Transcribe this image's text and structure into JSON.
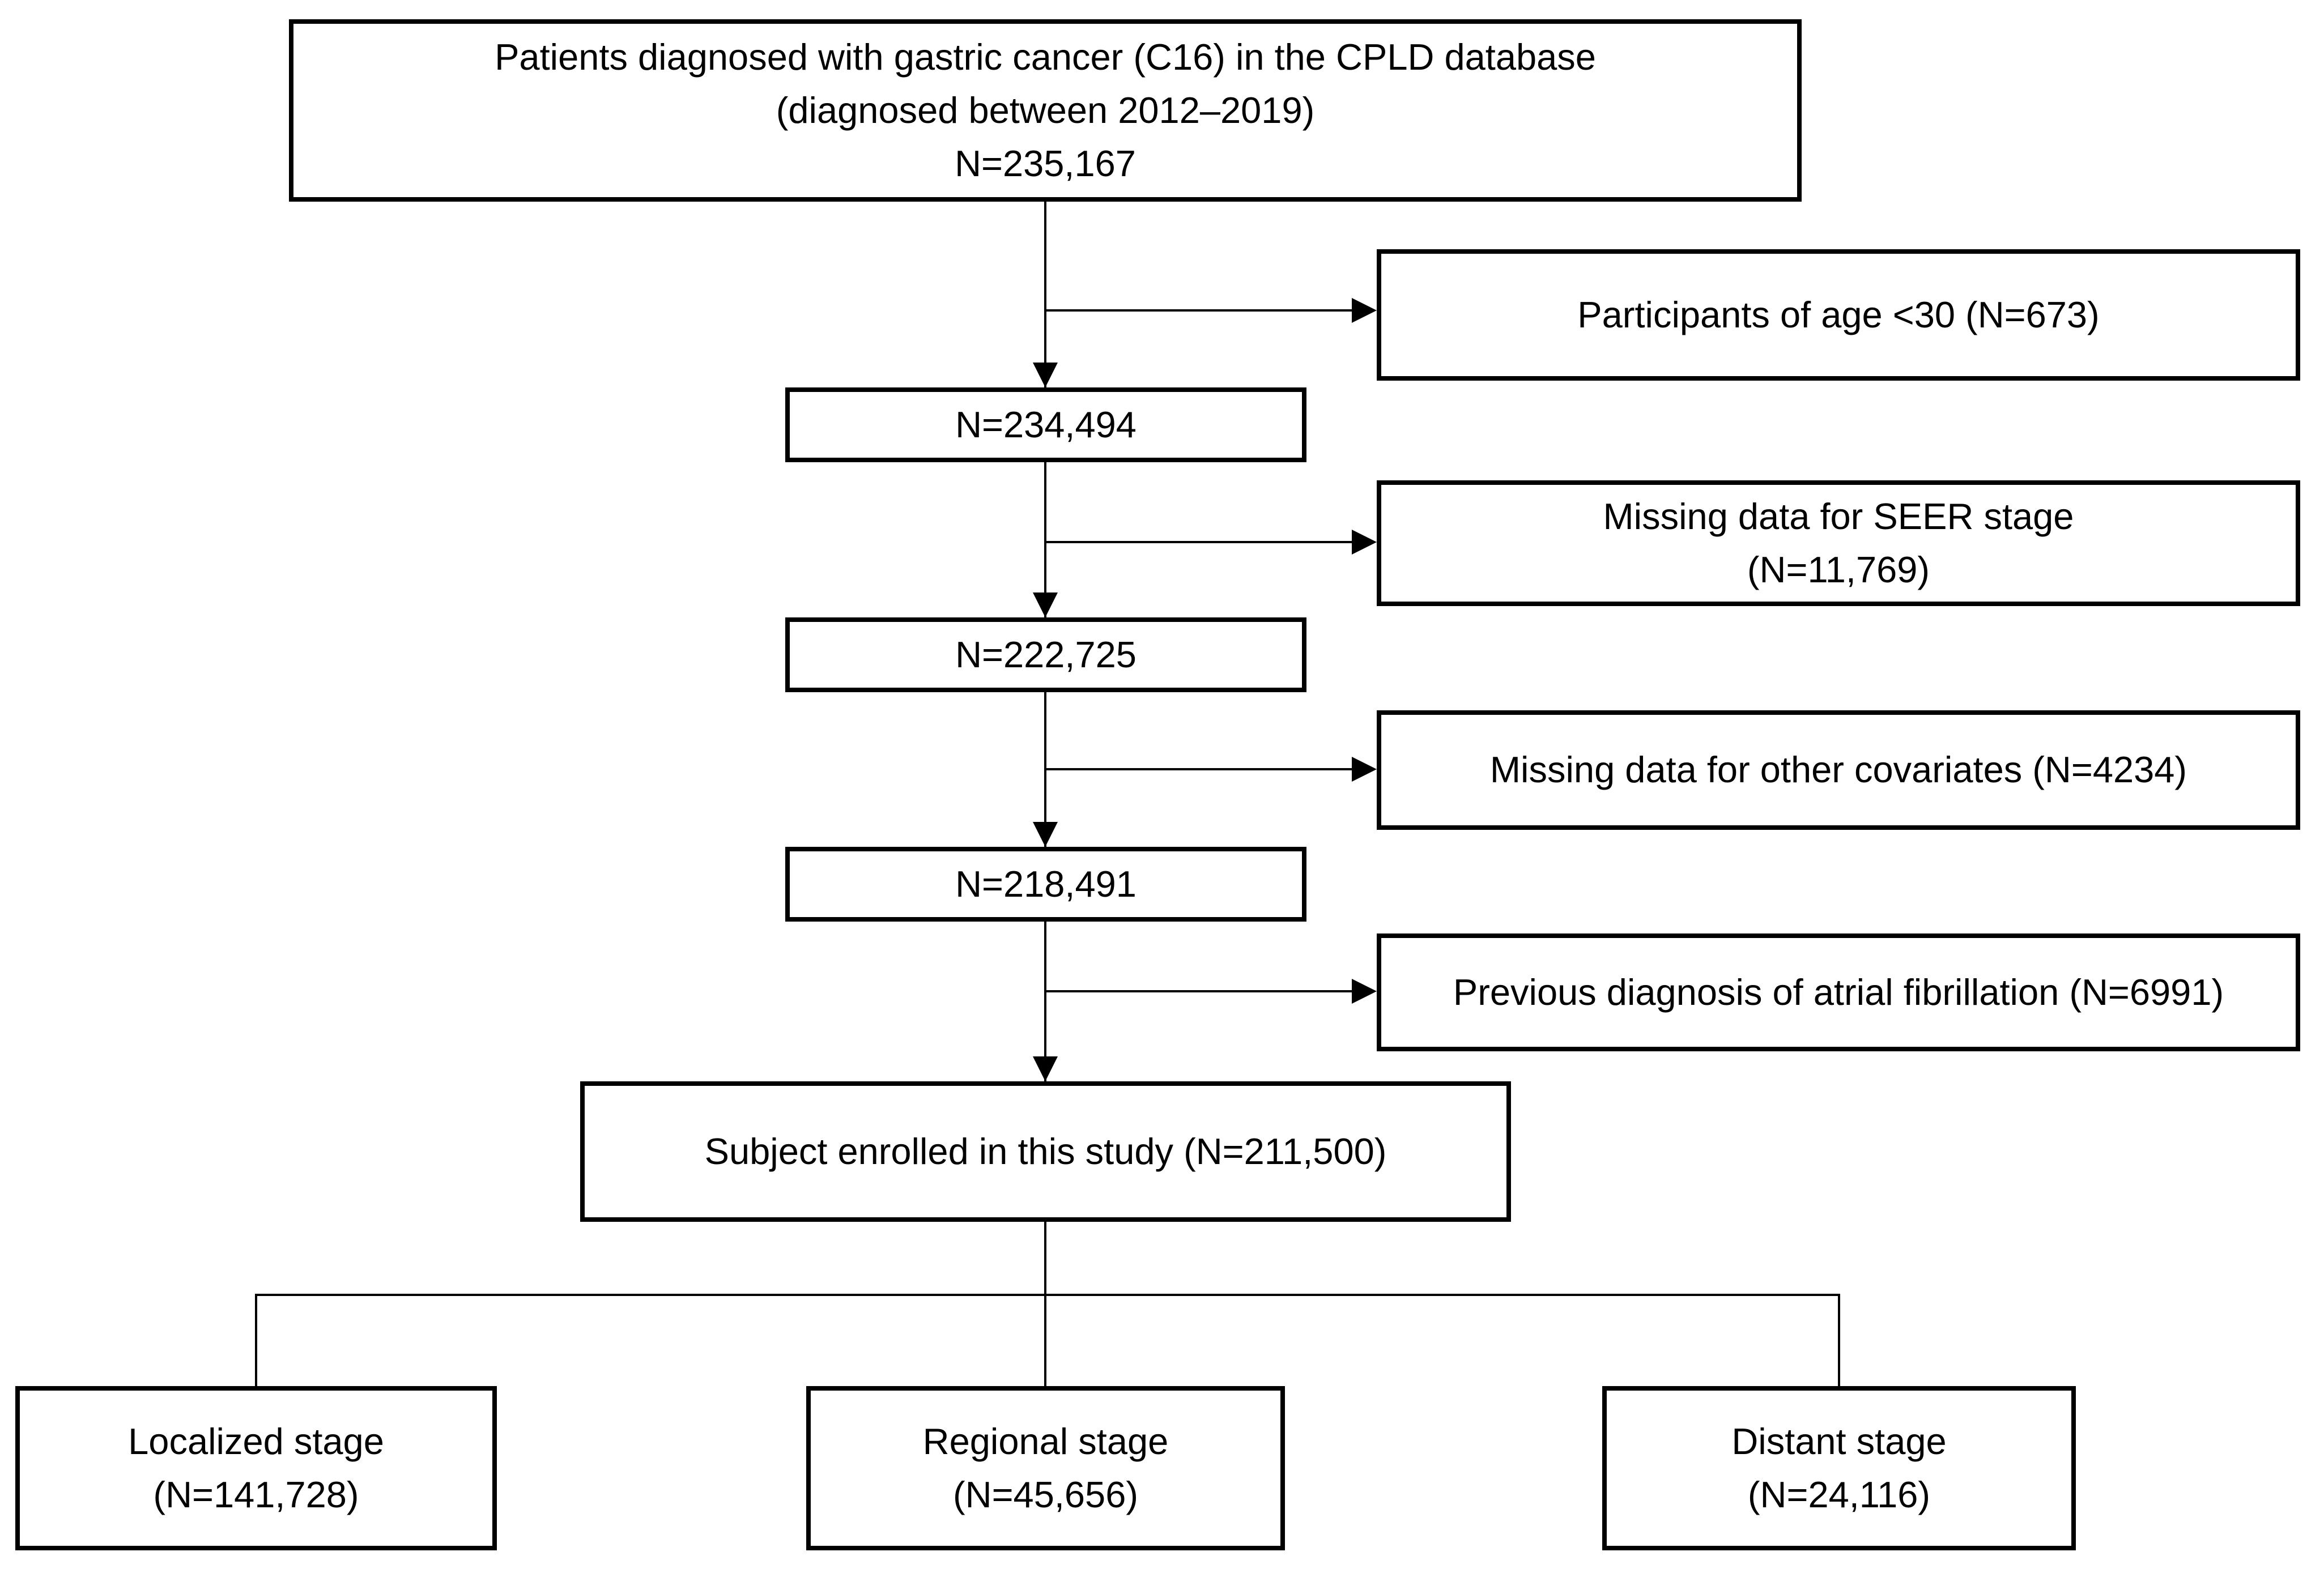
{
  "canvas": {
    "background_color": "#ffffff",
    "ink_color": "#000000"
  },
  "flowchart": {
    "source": {
      "line1": "Patients diagnosed with gastric cancer (C16) in the CPLD database",
      "line2": "(diagnosed between 2012–2019)",
      "line3": "N=235,167"
    },
    "steps": [
      "N=234,494",
      "N=222,725",
      "N=218,491"
    ],
    "exclusions": [
      {
        "lines": [
          "Participants of age <30 (N=673)"
        ]
      },
      {
        "lines": [
          "Missing data for SEER stage",
          "(N=11,769)"
        ]
      },
      {
        "lines": [
          "Missing data for other covariates (N=4234)"
        ]
      },
      {
        "lines": [
          "Previous diagnosis of atrial fibrillation (N=6991)"
        ]
      }
    ],
    "enrolled": "Subject enrolled in this study (N=211,500)",
    "outcomes": [
      {
        "line1": "Localized stage",
        "line2": "(N=141,728)"
      },
      {
        "line1": "Regional stage",
        "line2": "(N=45,656)"
      },
      {
        "line1": "Distant stage",
        "line2": "(N=24,116)"
      }
    ]
  }
}
